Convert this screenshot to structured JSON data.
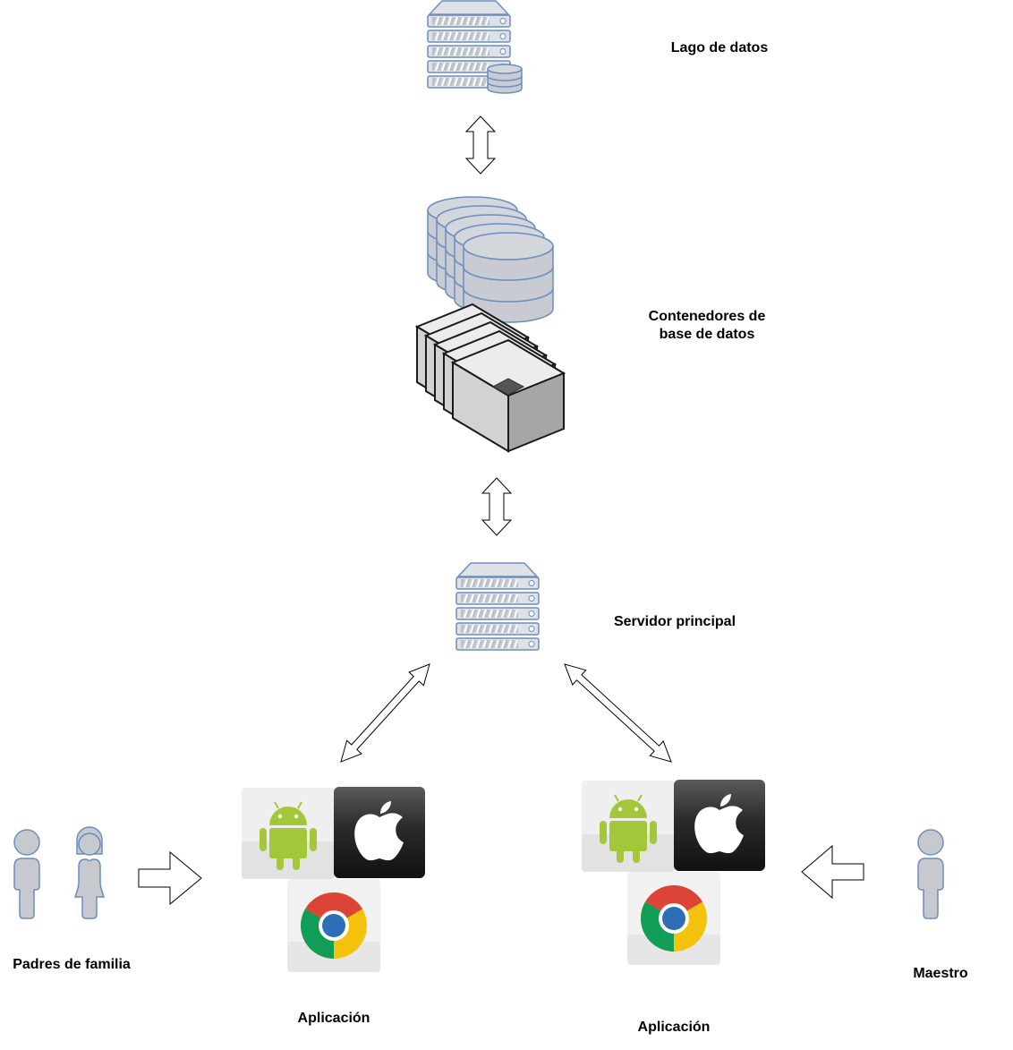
{
  "nodes": {
    "data_lake": {
      "label": "Lago de datos",
      "icon": "server-rack-with-database-icon"
    },
    "db_containers": {
      "label_line1": "Contenedores de",
      "label_line2": "base de datos",
      "icon": "database-containers-icon"
    },
    "main_server": {
      "label": "Servidor principal",
      "icon": "server-rack-icon"
    },
    "parents": {
      "label": "Padres de familia",
      "icon": "parents-users-icon"
    },
    "teacher": {
      "label": "Maestro",
      "icon": "teacher-user-icon"
    },
    "app_left": {
      "label": "Aplicación",
      "icons": [
        "android-icon",
        "apple-icon",
        "chrome-icon"
      ]
    },
    "app_right": {
      "label": "Aplicación",
      "icons": [
        "android-icon",
        "apple-icon",
        "chrome-icon"
      ]
    }
  },
  "connections": [
    {
      "from": "data_lake",
      "to": "db_containers",
      "type": "bidirectional"
    },
    {
      "from": "db_containers",
      "to": "main_server",
      "type": "bidirectional"
    },
    {
      "from": "main_server",
      "to": "app_left",
      "type": "bidirectional"
    },
    {
      "from": "main_server",
      "to": "app_right",
      "type": "bidirectional"
    },
    {
      "from": "parents",
      "to": "app_left",
      "type": "directional"
    },
    {
      "from": "teacher",
      "to": "app_right",
      "type": "directional"
    }
  ],
  "colors": {
    "server_fill": "#dde1e8",
    "server_stroke": "#6c8ebf",
    "db_fill": "#c8ccd2",
    "person_fill": "#c6c9ce",
    "person_stroke": "#6c8ebf",
    "android_green": "#a4c639",
    "apple_dark": "#1c1c1c",
    "chrome_red": "#db4437",
    "chrome_yellow": "#f4c20d",
    "chrome_green": "#0f9d58",
    "chrome_blue": "#2c6fb7"
  }
}
